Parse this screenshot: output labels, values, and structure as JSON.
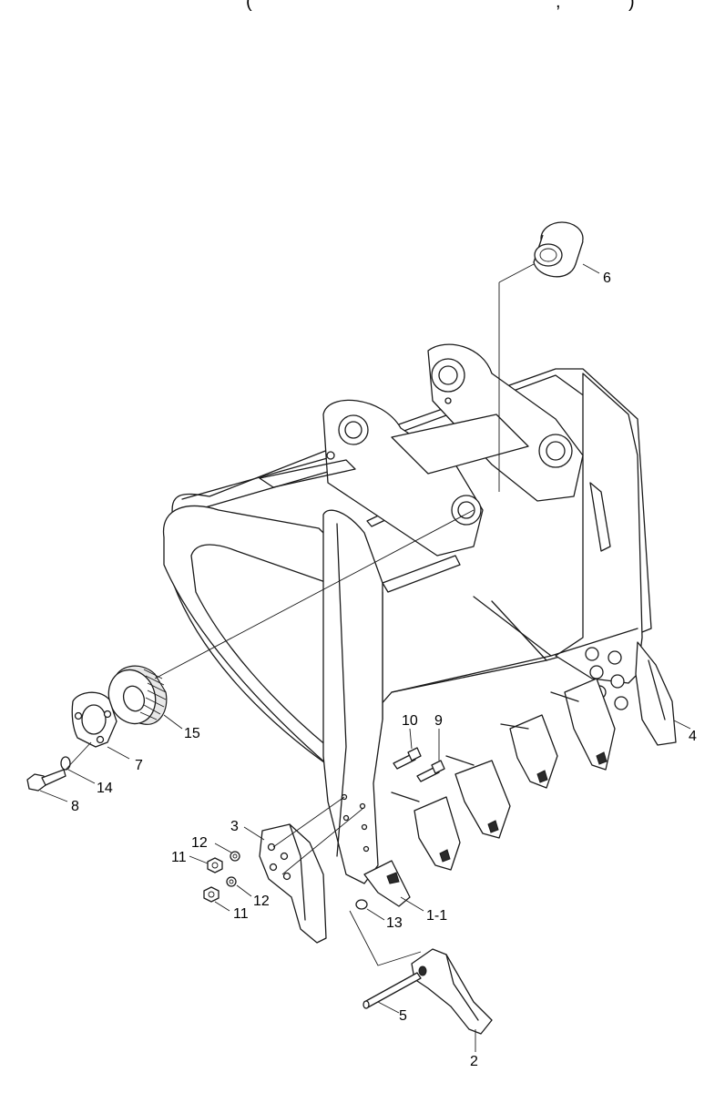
{
  "header": {
    "open_paren": "(",
    "comma": ",",
    "close_paren": ")"
  },
  "labels": {
    "p6": "6",
    "p4": "4",
    "p10": "10",
    "p9": "9",
    "p15": "15",
    "p7": "7",
    "p14": "14",
    "p8": "8",
    "p3": "3",
    "p12a": "12",
    "p11a": "11",
    "p12b": "12",
    "p11b": "11",
    "p13": "13",
    "p1_1": "1-1",
    "p5": "5",
    "p2": "2"
  }
}
